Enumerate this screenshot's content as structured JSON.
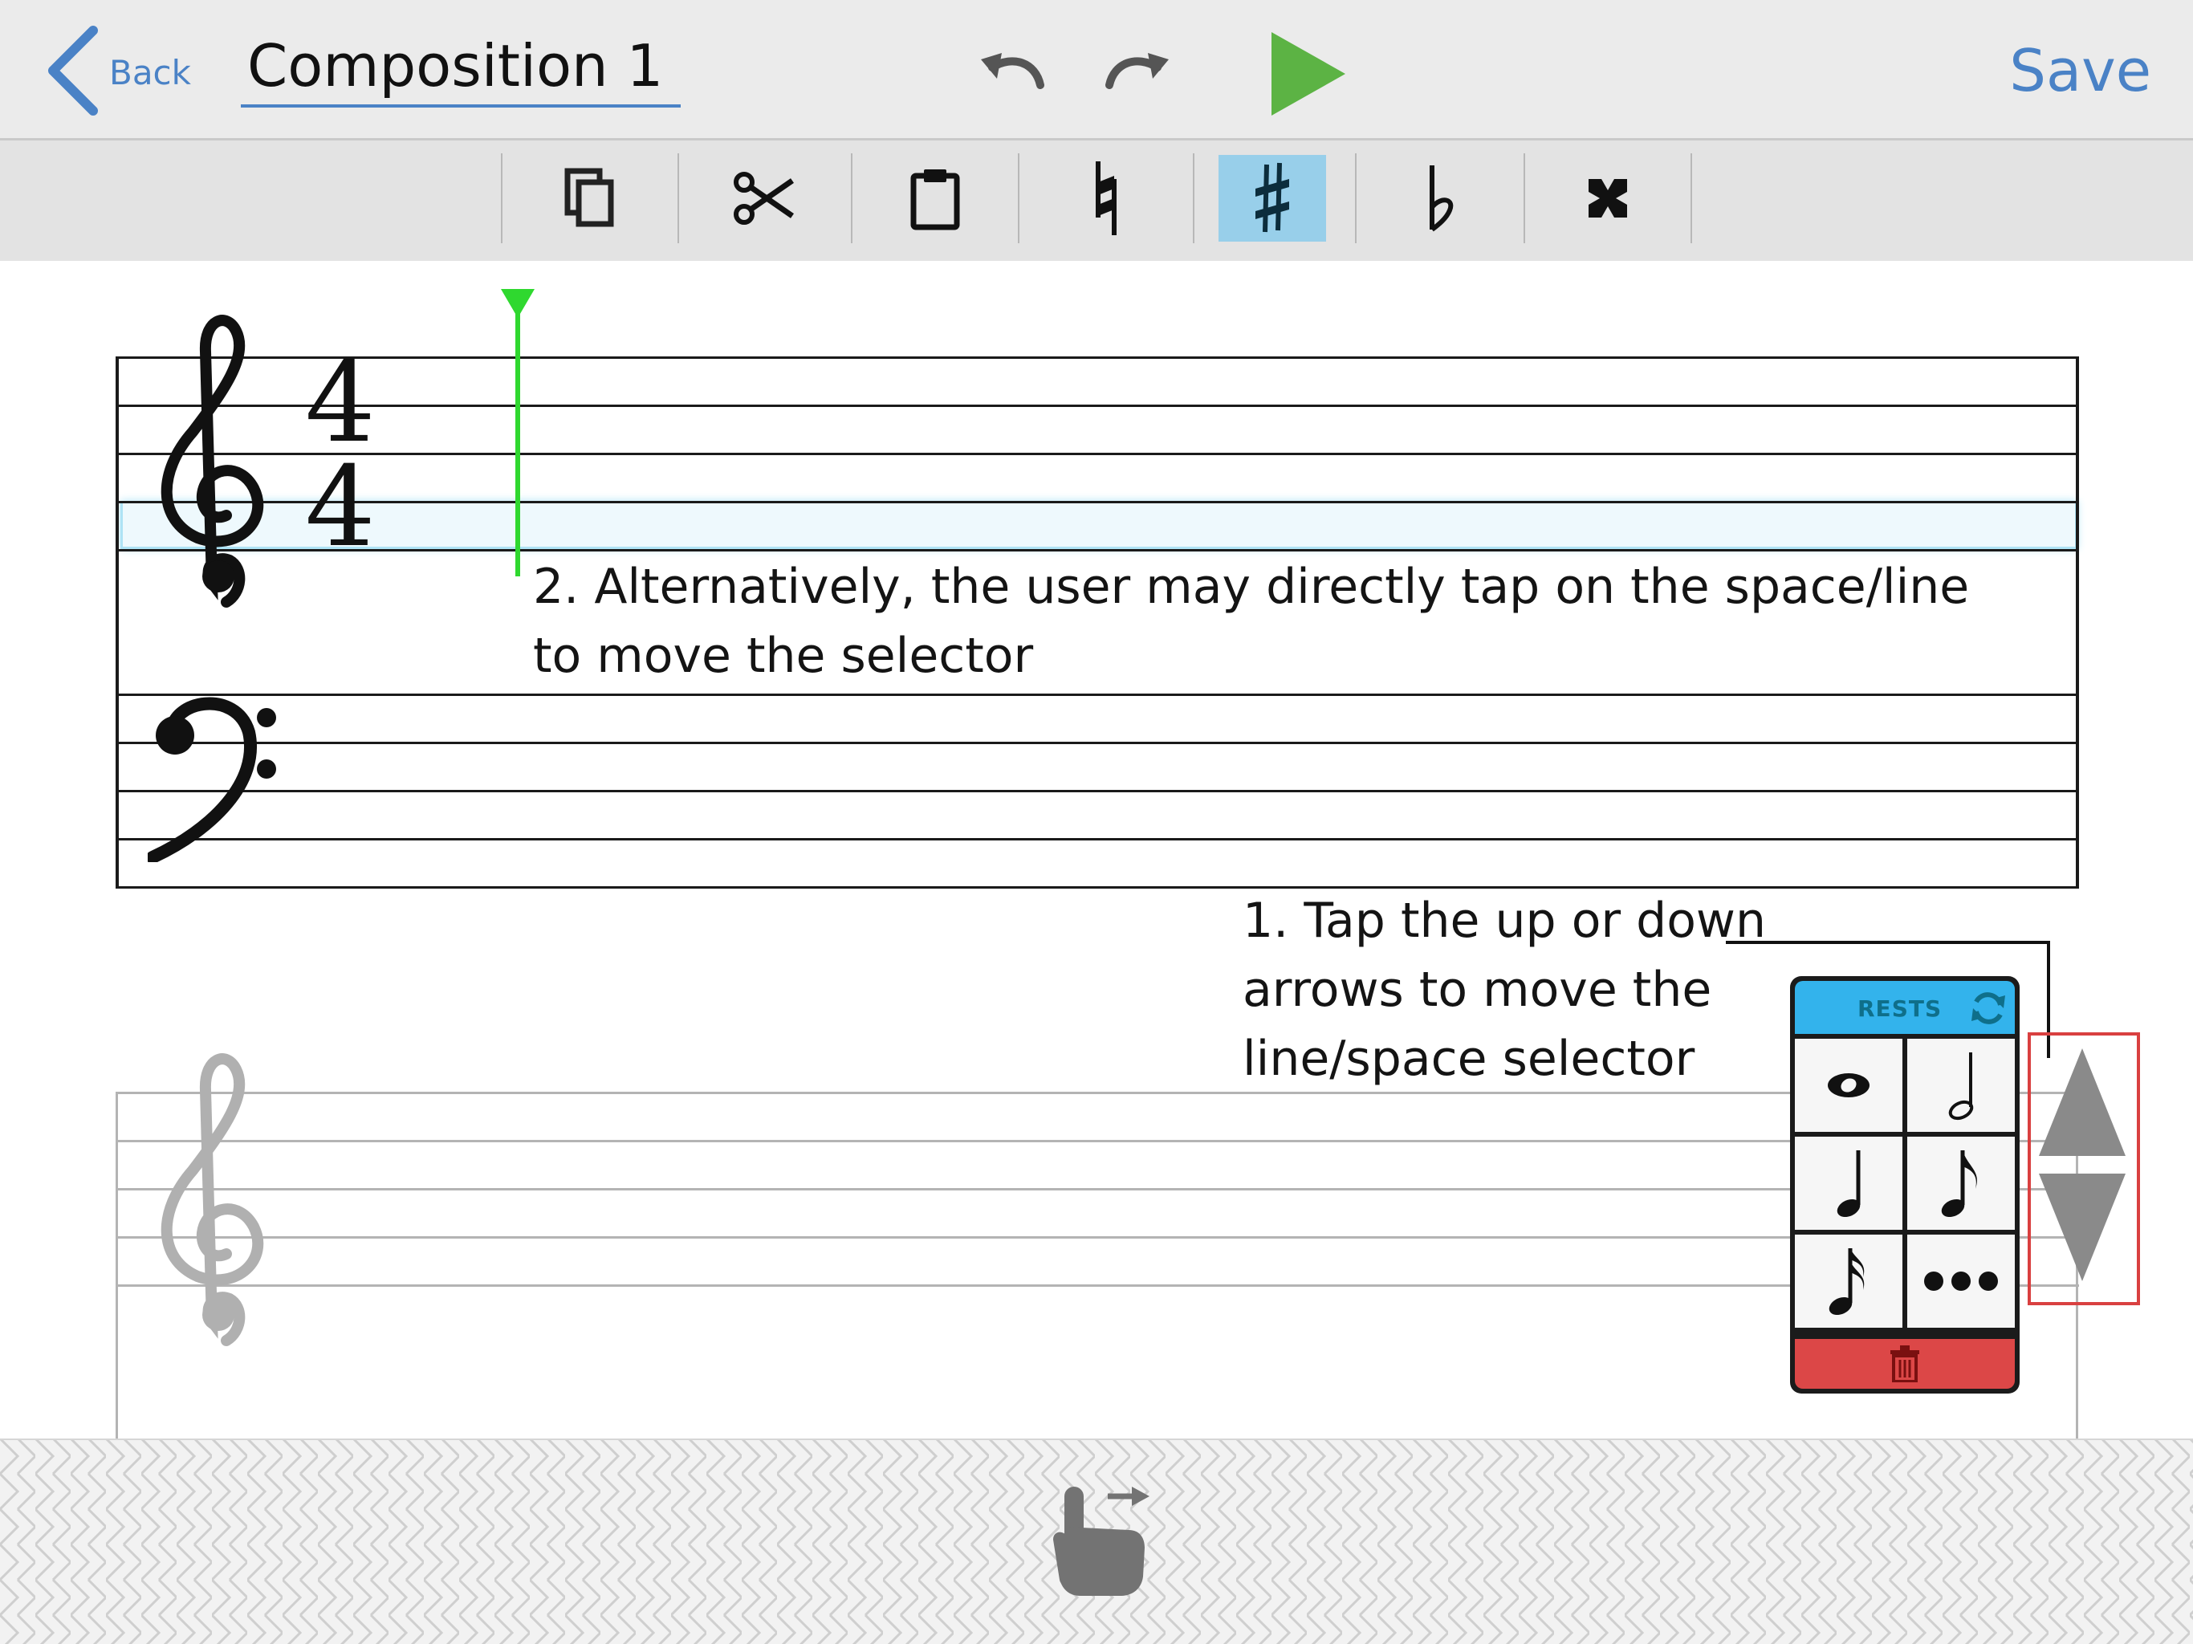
{
  "header": {
    "back_label": "Back",
    "title": "Composition 1",
    "save_label": "Save"
  },
  "toolbar": {
    "tools": [
      "copy-icon",
      "cut-icon",
      "paste-icon",
      "natural-icon",
      "sharp-icon",
      "flat-icon",
      "double-sharp-icon"
    ],
    "active_tool": "sharp-icon"
  },
  "score": {
    "time_signature": {
      "top": "4",
      "bottom": "4"
    }
  },
  "annotations": {
    "step2_line1": "2. Alternatively, the user may directly tap on the space/line",
    "step2_line2": "to move the selector",
    "step1_line1": "1. Tap the up or down",
    "step1_line2": "arrows to move the",
    "step1_line3": "line/space selector"
  },
  "palette": {
    "title": "RESTS",
    "items": [
      "whole-note",
      "half-note",
      "quarter-note",
      "eighth-note",
      "sixteenth-note",
      "more-options"
    ]
  },
  "colors": {
    "accent": "#4a82c6",
    "play": "#5cb344",
    "cursor": "#2fd82f",
    "palette_header": "#33b3ec",
    "delete": "#dc4747",
    "sharp_active": "#98cfea",
    "highlight_box": "#d94040"
  }
}
